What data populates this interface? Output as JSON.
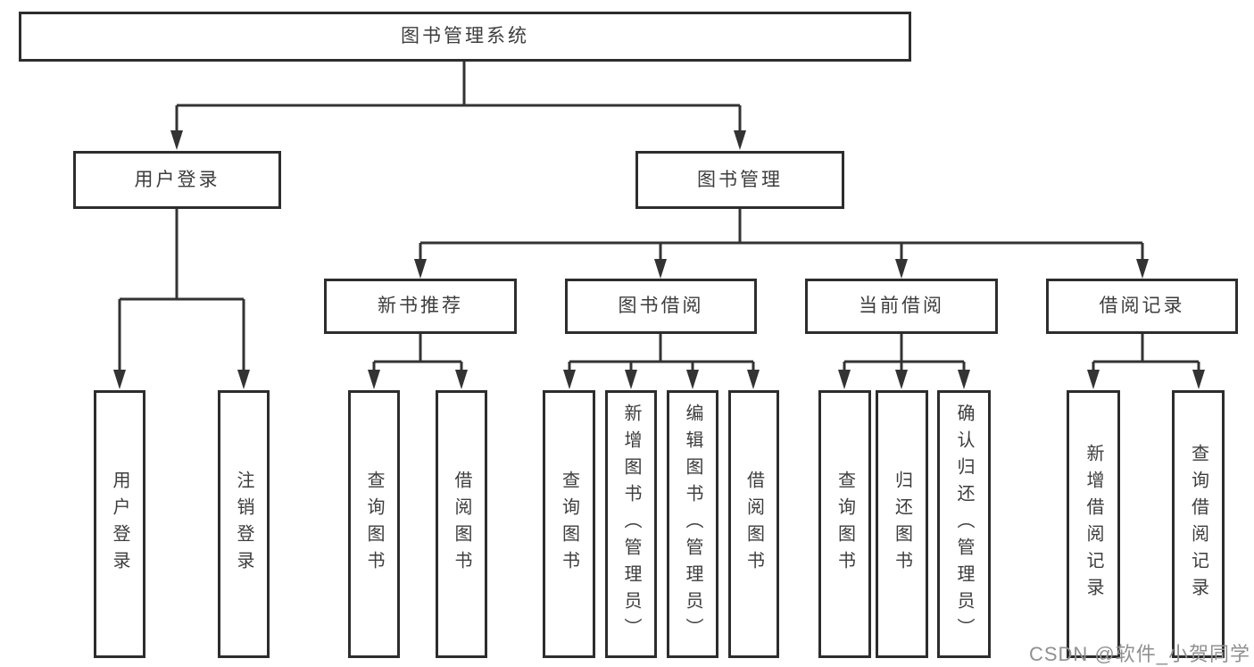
{
  "diagram": {
    "root": {
      "label": "图书管理系统"
    },
    "level2": [
      {
        "id": "user-login",
        "label": "用户登录"
      },
      {
        "id": "book-management",
        "label": "图书管理"
      }
    ],
    "level3": [
      {
        "id": "new-book-recommend",
        "label": "新书推荐"
      },
      {
        "id": "book-borrow",
        "label": "图书借阅"
      },
      {
        "id": "current-borrow",
        "label": "当前借阅"
      },
      {
        "id": "borrow-records",
        "label": "借阅记录"
      }
    ],
    "leaves": {
      "user_login": [
        "用户登录",
        "注销登录"
      ],
      "new_book_recommend": [
        "查询图书",
        "借阅图书"
      ],
      "book_borrow": [
        "查询图书",
        "新增图书（管理员）",
        "编辑图书（管理员）",
        "借阅图书"
      ],
      "current_borrow": [
        "查询图书",
        "归还图书",
        "确认归还（管理员）"
      ],
      "borrow_records": [
        "新增借阅记录",
        "查询借阅记录"
      ]
    },
    "watermark": "CSDN @软件_小贺同学",
    "colors": {
      "line": "#333333",
      "border": "#2d2d2d",
      "text": "#3d3d3d",
      "background": "#ffffff",
      "watermark": "#909090"
    }
  }
}
